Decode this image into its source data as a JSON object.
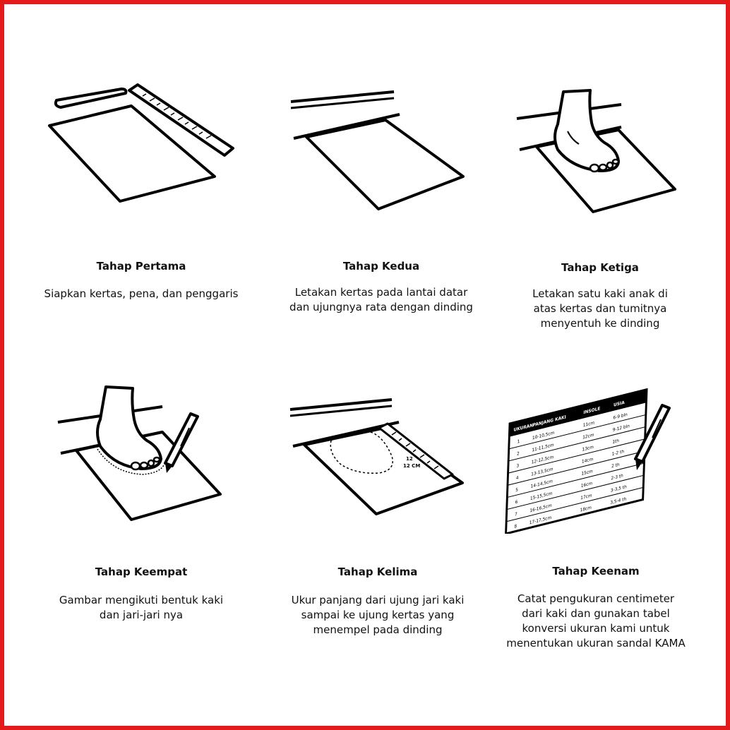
{
  "border_color": "#e31b1b",
  "steps": [
    {
      "title": "Tahap Pertama",
      "desc": [
        "Siapkan kertas, pena, dan penggaris"
      ],
      "illustration": "paper-pen-ruler"
    },
    {
      "title": "Tahap Kedua",
      "desc": [
        "Letakan kertas pada lantai datar",
        "dan ujungnya rata dengan dinding"
      ],
      "illustration": "paper-against-wall"
    },
    {
      "title": "Tahap Ketiga",
      "desc": [
        "Letakan satu kaki anak di",
        "atas kertas dan tumitnya",
        "menyentuh ke dinding"
      ],
      "illustration": "foot-on-paper"
    },
    {
      "title": "Tahap Keempat",
      "desc": [
        "Gambar mengikuti bentuk kaki",
        "dan jari-jari nya"
      ],
      "illustration": "trace-foot"
    },
    {
      "title": "Tahap Kelima",
      "desc": [
        "Ukur panjang dari ujung jari kaki",
        "sampai ke ujung kertas yang",
        "menempel pada dinding"
      ],
      "illustration": "measure-outline",
      "ruler_label_1": "12",
      "ruler_label_2": "12 CM"
    },
    {
      "title": "Tahap Keenam",
      "desc": [
        "Catat pengukuran  centimeter",
        "dari kaki dan gunakan tabel",
        "konversi ukuran kami untuk",
        "menentukan ukuran sandal KAMA"
      ],
      "illustration": "size-table",
      "table_header": [
        "UKURAN",
        "PANJANG KAKI",
        "INSOLE",
        "USIA"
      ],
      "table_rows": [
        [
          "1",
          "10-10,5cm",
          "11cm",
          "6-9 bln"
        ],
        [
          "2",
          "11-11,5cm",
          "12cm",
          "9-12 bln"
        ],
        [
          "3",
          "12-12,5cm",
          "13cm",
          "1th"
        ],
        [
          "4",
          "13-13,5cm",
          "14cm",
          "1-2 th"
        ],
        [
          "5",
          "14-14,5cm",
          "15cm",
          "2 th"
        ],
        [
          "6",
          "15-15,5cm",
          "16cm",
          "2-3 th"
        ],
        [
          "7",
          "16-16,5cm",
          "17cm",
          "3-3,5 th"
        ],
        [
          "8",
          "17-17,5cm",
          "18cm",
          "3,5-4 th"
        ]
      ]
    }
  ]
}
